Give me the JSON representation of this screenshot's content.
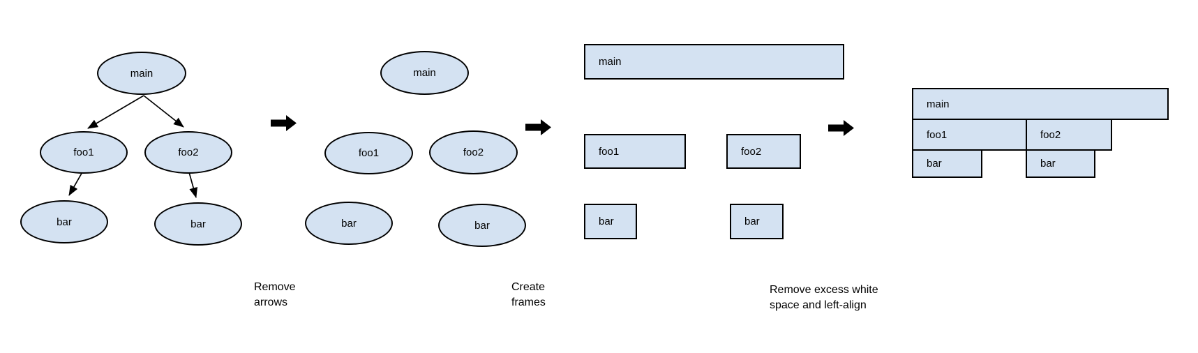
{
  "stages": {
    "call_tree": {
      "main": "main",
      "foo1": "foo1",
      "foo2": "foo2",
      "bar_left": "bar",
      "bar_right": "bar"
    },
    "arrows_removed": {
      "main": "main",
      "foo1": "foo1",
      "foo2": "foo2",
      "bar_left": "bar",
      "bar_right": "bar"
    },
    "frames": {
      "main": "main",
      "foo1": "foo1",
      "foo2": "foo2",
      "bar_left": "bar",
      "bar_right": "bar"
    },
    "flame_graph": {
      "main": "main",
      "foo1": "foo1",
      "foo2": "foo2",
      "bar_left": "bar",
      "bar_right": "bar"
    }
  },
  "captions": {
    "remove_arrows": {
      "line1": "Remove",
      "line2": "arrows"
    },
    "create_frames": {
      "line1": "Create",
      "line2": "frames"
    },
    "left_align": {
      "line1": "Remove excess white",
      "line2": "space and left-align"
    }
  },
  "icons": {
    "step_arrow": "right-block-arrow",
    "tree_edge": "arrow-line"
  },
  "colors": {
    "node_fill": "#d4e2f2",
    "node_border": "#000000",
    "arrow": "#000000",
    "text": "#000000",
    "background": "#ffffff"
  }
}
